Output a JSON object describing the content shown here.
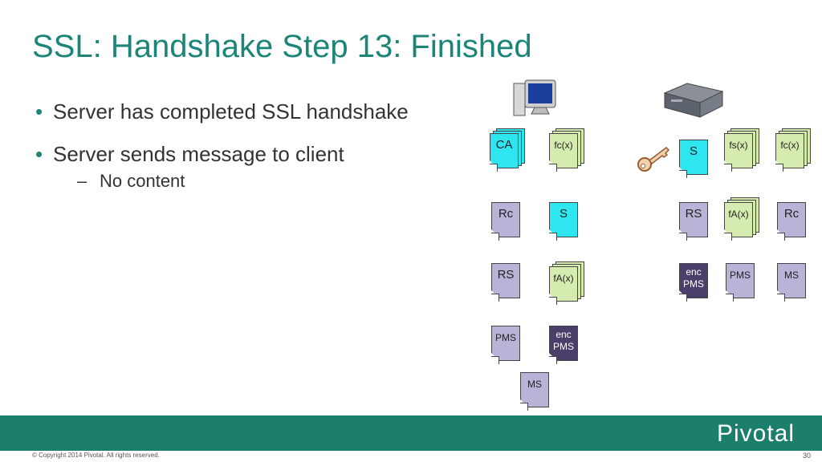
{
  "title": "SSL: Handshake Step 13: Finished",
  "bullets": [
    {
      "text": "Server has completed SSL handshake"
    },
    {
      "text": "Server sends message to client"
    }
  ],
  "sub_bullet": "No content",
  "client_docs": {
    "ca": "CA",
    "fc": "fc(x)",
    "rc": "Rc",
    "s": "S",
    "rs": "RS",
    "fa": "fA(x)",
    "pms": "PMS",
    "enc_pms": "enc PMS",
    "ms": "MS"
  },
  "server_docs": {
    "s": "S",
    "fs": "fs(x)",
    "fc": "fc(x)",
    "rs": "RS",
    "fa": "fA(x)",
    "rc": "Rc",
    "enc_pms": "enc PMS",
    "pms": "PMS",
    "ms": "MS"
  },
  "footer": {
    "logo": "Pivotal",
    "copyright": "© Copyright 2014 Pivotal. All rights reserved.",
    "page_number": "30"
  },
  "colors": {
    "title": "#1b8577",
    "footer_bar": "#1b7f6c",
    "cyan_doc": "#2ee6f0",
    "green_doc": "#d6ebb0",
    "purple_doc": "#b8b4d8",
    "dark_doc": "#4a3f6b"
  }
}
